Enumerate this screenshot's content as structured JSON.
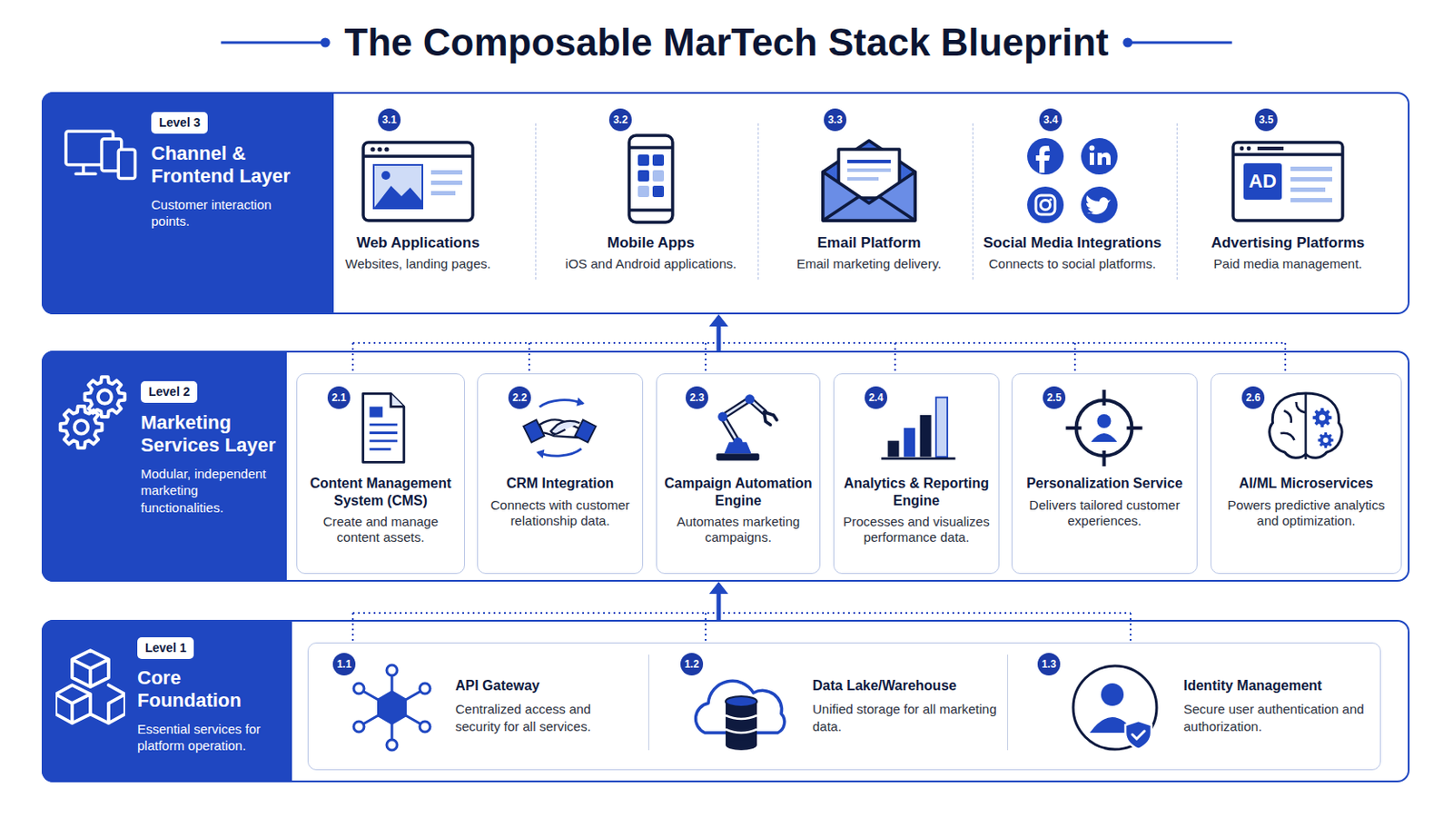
{
  "diagram": {
    "title": "The Composable MarTech Stack Blueprint",
    "nodes": [
      {
        "text": [
          "Channel & Frontend Layer",
          "Customer interaction points."
        ]
      },
      {
        "text": [
          "Level 3"
        ],
        "in": 0
      },
      {
        "text": [
          "Web Applications",
          "Websites, landing pages."
        ],
        "in": 0
      },
      {
        "text": [
          "Mobile Apps",
          "iOS and Android applications."
        ],
        "in": 0
      },
      {
        "text": [
          "Email Platform",
          "Email marketing delivery."
        ],
        "in": 0
      },
      {
        "text": [
          "Social Media Integrations",
          "Connects to social platforms."
        ],
        "in": 0
      },
      {
        "text": [
          "Advertising Platforms",
          "Paid media management."
        ],
        "in": 0
      },
      {
        "text": [
          "Marketing Services Layer",
          "Modular, independent marketing functionalities."
        ]
      },
      {
        "text": [
          "Level 2"
        ],
        "in": 7
      },
      {
        "text": [
          "Content Management System (CMS)",
          "Create and manage content assets."
        ],
        "in": 7
      },
      {
        "text": [
          "CRM Integration",
          "Connects with customer relationship data."
        ],
        "in": 7
      },
      {
        "text": [
          "Campaign Automation Engine",
          "Automates marketing campaigns."
        ],
        "in": 7
      },
      {
        "text": [
          "Analytics & Reporting Engine",
          "Processes and visualizes performance data."
        ],
        "in": 7
      },
      {
        "text": [
          "Personalization Service",
          "Delivers tailored customer experiences."
        ],
        "in": 7
      },
      {
        "text": [
          "AI/ML Microservices",
          "Powers predictive analytics and optimization."
        ],
        "in": 7
      },
      {
        "text": [
          "Core Foundation",
          "Essential services for platform operation."
        ]
      },
      {
        "text": [
          "Level 1"
        ],
        "in": 15
      },
      {
        "text": [
          "API Gateway",
          "Centralized access and security for all services."
        ],
        "in": 15
      },
      {
        "text": [
          "Data Lake/Warehouse",
          "Unified storage for all marketing data."
        ],
        "in": 15
      },
      {
        "text": [
          "Identity Management",
          "Secure user authentication and authorization."
        ],
        "in": 15
      }
    ],
    "edges": [
      {
        "from": 15,
        "to": 7,
        "arrow": "to"
      },
      {
        "from": 7,
        "to": 0,
        "arrow": "to"
      }
    ],
    "labels": [
      "3.1",
      "3.2",
      "3.3",
      "3.4",
      "3.5",
      "AD",
      "2.1",
      "2.2",
      "2.3",
      "2.4",
      "2.5",
      "2.6",
      "1.1",
      "1.2",
      "1.3"
    ]
  }
}
